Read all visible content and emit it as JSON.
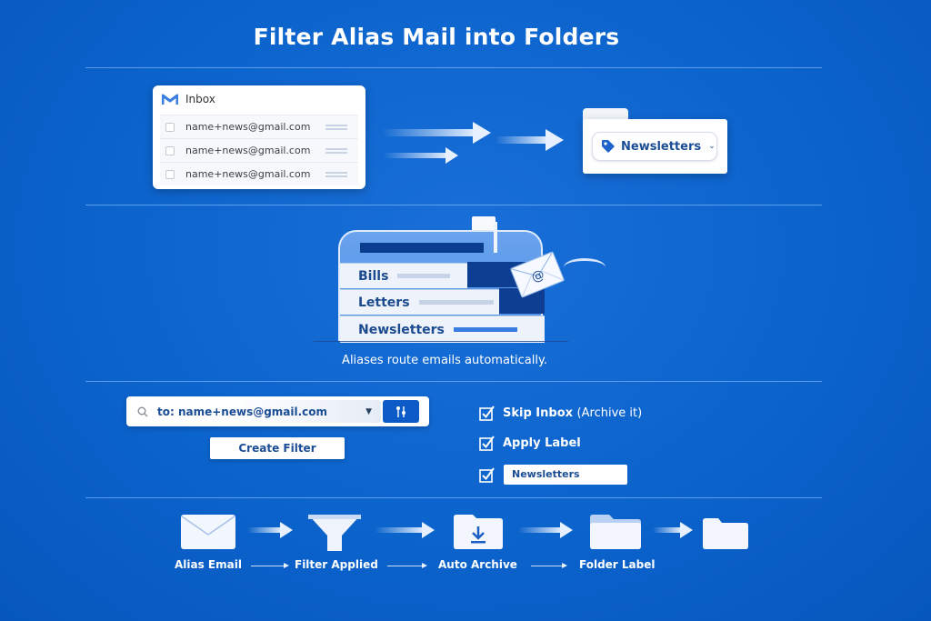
{
  "title": "Filter Alias Mail into Folders",
  "colors": {
    "background": "#0b63cc",
    "accent_dark": "#0d3e92",
    "label_text": "#1a4d95",
    "card": "#ffffff"
  },
  "inbox": {
    "title": "Inbox",
    "icon": "gmail-m-icon",
    "rows": [
      {
        "address": "name+news@gmail.com",
        "checked": false
      },
      {
        "address": "name+news@gmail.com",
        "checked": false
      },
      {
        "address": "name+news@gmail.com",
        "checked": false
      }
    ]
  },
  "destination_folder": {
    "label": "Newsletters",
    "icon": "tag-icon",
    "dropdown_icon": "chevron-down-icon"
  },
  "mailbox": {
    "folders": [
      "Bills",
      "Letters",
      "Newsletters"
    ],
    "caption": "Aliases route emails automatically."
  },
  "filter": {
    "search_query": "to: name+news@gmail.com",
    "search_icon": "search-icon",
    "dropdown_icon": "caret-down-icon",
    "options_button_icon": "filter-options-icon",
    "create_button": "Create Filter"
  },
  "actions": [
    {
      "label": "Skip Inbox",
      "sub": "(Archive it)",
      "checked": true
    },
    {
      "label": "Apply Label",
      "sub": "",
      "checked": true
    },
    {
      "label": "",
      "input_value": "Newsletters",
      "checked": true
    }
  ],
  "flow": {
    "steps": [
      {
        "icon": "envelope-icon",
        "label": "Alias Email"
      },
      {
        "icon": "funnel-icon",
        "label": "Filter Applied"
      },
      {
        "icon": "archive-download-icon",
        "label": "Auto Archive"
      },
      {
        "icon": "folder-icon",
        "label": "Folder Label"
      },
      {
        "icon": "folder-icon",
        "label": ""
      }
    ]
  }
}
